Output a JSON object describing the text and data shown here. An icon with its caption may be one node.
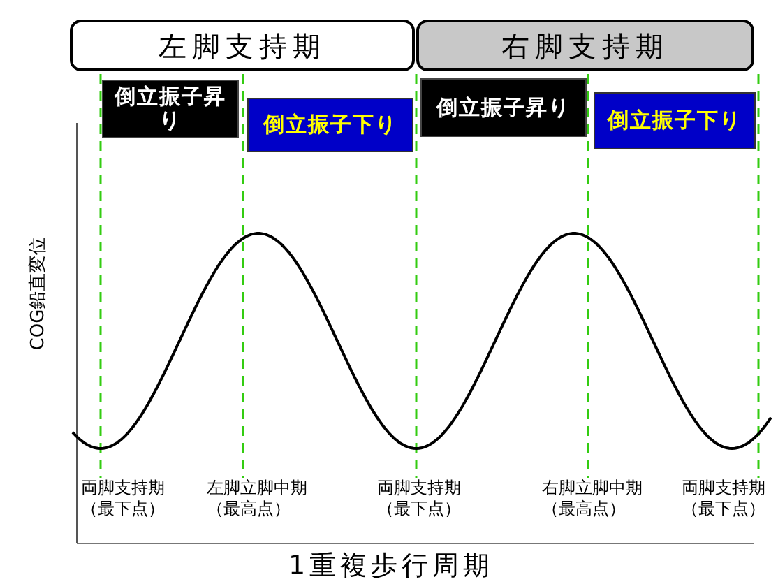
{
  "diagram": {
    "nodes": [
      {
        "text": [
          "左脚支持期"
        ]
      },
      {
        "text": [
          "右脚支持期"
        ]
      },
      {
        "text": [
          "倒立振子昇り"
        ]
      },
      {
        "text": [
          "倒立振子下り"
        ]
      },
      {
        "text": [
          "倒立振子昇り"
        ]
      },
      {
        "text": [
          "倒立振子下り"
        ]
      }
    ],
    "edges": [],
    "labels": [
      "COG鉛直変位",
      "両脚支持期（最下点）",
      "左脚立脚中期（最高点）",
      "両脚支持期（最下点）",
      "右脚立脚中期（最高点）",
      "両脚支持期（最下点）",
      "1重複歩行周期"
    ]
  }
}
